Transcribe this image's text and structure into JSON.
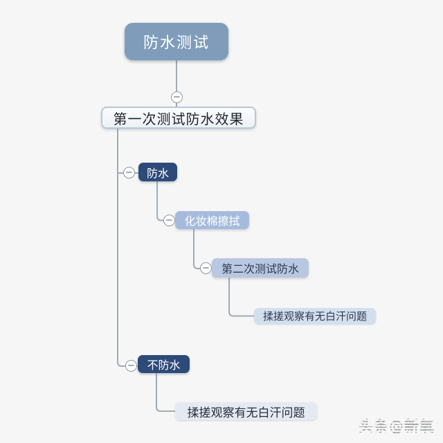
{
  "mindmap": {
    "root": {
      "label": "防水测试"
    },
    "first_test": {
      "label": "第一次测试防水效果"
    },
    "waterproof": {
      "label": "防水"
    },
    "cotton_wipe": {
      "label": "化妆棉擦拭"
    },
    "second_test": {
      "label": "第二次测试防水"
    },
    "rub_observe_waterproof": {
      "label": "揉搓观察有无白汗问题"
    },
    "not_waterproof": {
      "label": "不防水"
    },
    "rub_observe_not_waterproof": {
      "label": "揉搓观察有无白汗问题"
    }
  },
  "icons": {
    "collapse": "−"
  },
  "watermark": {
    "text": "头条@新氧"
  },
  "colors": {
    "page_bg": "#f6f6f6",
    "root_bg": "#7f9dba",
    "level1_bg_top": "#fbfcfd",
    "level1_bg_bottom": "#edf1f5",
    "level1_border": "#b6c8d5",
    "dark_node_bg": "#2e4a78",
    "medium_node_bg": "#a6bbdc",
    "light_node_bg": "#b9c8e1",
    "lighter_node_bg": "#d4dfee",
    "lightest_node_bg": "#e5eaf2",
    "connector": "#9fabb5",
    "node_text_light": "#ffffff",
    "node_text_dark": "#2c3950"
  }
}
